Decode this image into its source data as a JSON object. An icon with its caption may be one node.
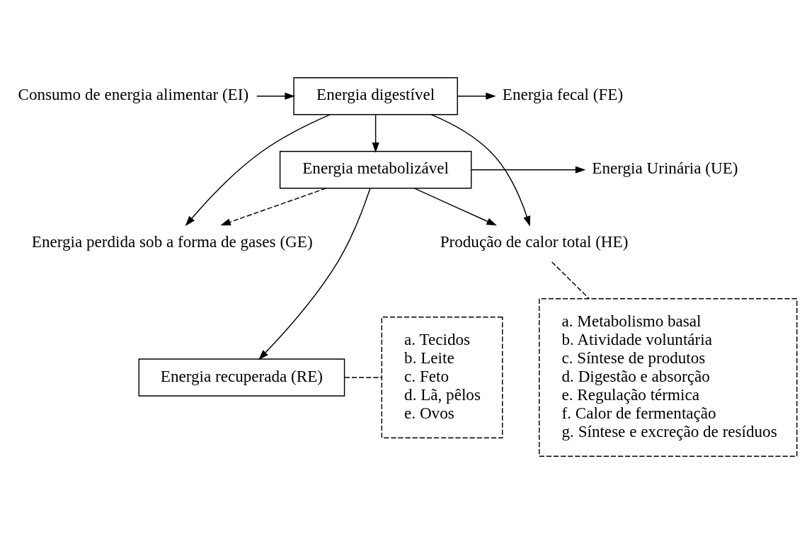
{
  "diagram": {
    "nodes": [
      {
        "text": [
          "Consumo de energia alimentar (EI)"
        ]
      },
      {
        "text": [
          "Energia digestível"
        ]
      },
      {
        "text": [
          "Energia fecal (FE)"
        ]
      },
      {
        "text": [
          "Produção de calor total (HE)"
        ]
      },
      {
        "text": [
          "Energia perdida sob a forma de gases (GE)"
        ]
      },
      {
        "text": [
          "Energia metabolizável"
        ]
      },
      {
        "text": [
          "Energia Urinária (UE)"
        ]
      },
      {
        "text": [
          "a. Metabolismo basal",
          "b. Atividade voluntária",
          "c. Síntese de produtos",
          "d. Digestão e absorção",
          "e. Regulação térmica",
          "f. Calor de fermentação",
          "g. Síntese e excreção de resíduos"
        ]
      },
      {
        "text": [
          "Energia recuperada (RE)"
        ]
      },
      {
        "text": [
          "a. Tecidos",
          "b. Leite",
          "c. Feto",
          "d. Lã, pêlos",
          "e. Ovos"
        ]
      }
    ],
    "edges": [
      {
        "from": 0,
        "to": 1,
        "arrow": "to"
      },
      {
        "from": 1,
        "to": 2,
        "arrow": "to"
      },
      {
        "from": 1,
        "to": 3,
        "arrow": "to"
      },
      {
        "from": 1,
        "to": 4,
        "arrow": "to"
      },
      {
        "from": 1,
        "to": 5,
        "arrow": "to"
      },
      {
        "from": 5,
        "to": 3,
        "arrow": "to"
      },
      {
        "from": 5,
        "to": 4,
        "arrow": "to",
        "style": "dashed"
      },
      {
        "from": 5,
        "to": 6,
        "arrow": "to"
      },
      {
        "from": 5,
        "to": 8,
        "arrow": "to"
      },
      {
        "from": 3,
        "to": 7,
        "arrow": "none",
        "style": "dashed"
      },
      {
        "from": 8,
        "to": 9,
        "arrow": "none",
        "style": "dashed"
      }
    ]
  }
}
